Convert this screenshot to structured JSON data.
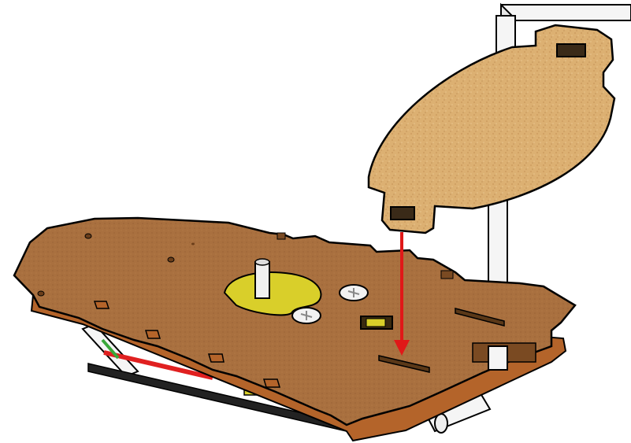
{
  "figure": {
    "kind": "3d-assembly-illustration",
    "description_shown": false,
    "colors": {
      "base_board_top": "#a9703f",
      "base_board_edge": "#b4642a",
      "cork_part": "#dcb072",
      "cork_edge": "#8a6a40",
      "post": "#f5f5f5",
      "hole_yellow": "#d9cf2a",
      "arrow": "#e01818",
      "wire_red": "#e02020",
      "wire_green": "#3aa83a",
      "wire_black": "#111111",
      "outline": "#000000"
    },
    "parts": [
      {
        "name": "base-plate",
        "material": "wood-laminate"
      },
      {
        "name": "cork-disc",
        "material": "cork"
      },
      {
        "name": "white-rod-frame",
        "material": "plastic"
      },
      {
        "name": "motor-shaft",
        "material": "metal"
      },
      {
        "name": "screw-head",
        "count": 2
      }
    ],
    "annotation": {
      "type": "insertion-arrow",
      "direction": "down",
      "color": "#e01818"
    }
  }
}
